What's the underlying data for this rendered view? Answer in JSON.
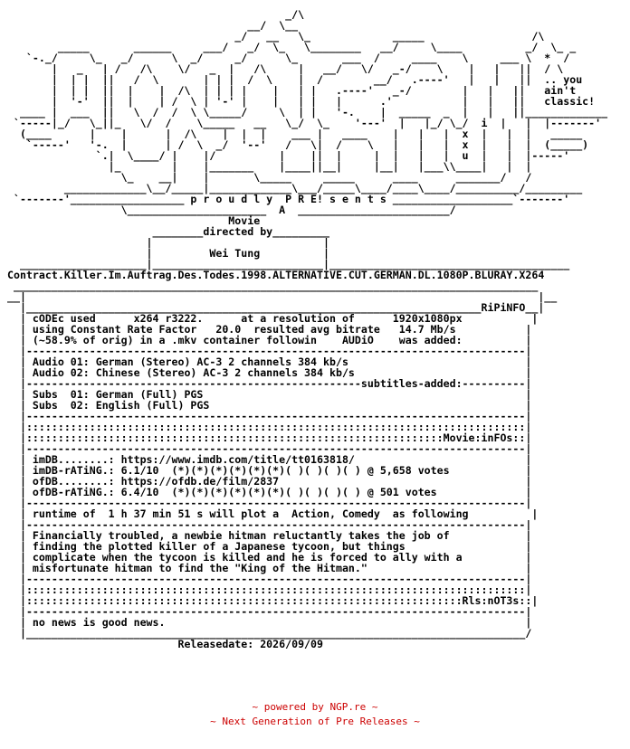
{
  "nfo": {
    "text": "                                            _/\\\n                                      __/  \\__\n                                    _/   __   \\_             _____                 /\\\n        _____       ______     ___/   _/  \\_   \\________   __/     \\____          _/  \\_ _\n   `-._/     \\_   _/      \\  _/     _/      \\_       ___  /     ____    \\     ___ \\  *  /\n       |   _   | /   /\\    \\/   _  |   /\\     |   __/   \\/   _-/    \\    |   |   ||  / \\\n       |  | |  ||   /  \\       | | |  /  \\    |  /        __/   .----'   |   |   ||  .. you\n       |  | |  ||  |    |  /\\  | | | |    |   | |   .----'   _-/        |   |   ||   ain't\n       |  '-'  ||  |    | /  \\ | '-' |    |   | |   |      .'           |   |   ||   classic!\n  ____ |  ___  ||   \\  /  /  \\ \\_____/     \\  | |   '-.    |  _____  _  |   |   ||_____________\n `-----|_/   \\_||_   \\/  /    \\_____   __   \\_/  \\_    '---'  |   |_/ \\_/  i  |   |  |-------'\n  (____      |    |      |  /\\    |  |  |    ___ |   ____    |   |   |  x  |   |  |   _____\n   `-----'   '-.  |      | /  \\  _/  '--'   /   \\|  /    \\   |   |   |  x  |   |  |  (_____)\n              `.|  \\____/ |    |/          |    ||  |     |  |   |   |  u  |   |  |-----'\n                |_        |    |_______    |____||__|     |__|   |___\\\\____|   |  |\n                  \\_    __|    |       \\_____     _____      ____      _______/   /\n         _____________\\__/_____|_____________\\___/_____\\____/____\\____/__________/_________\n `-------'__________________ p r o u d l y  P R E! s e n t s ___________________`-------'\n                  \\______________________  A  ________________________/\n                                   Movie\n                       ________directed by_________\n                      |                           |\n                      |         Wei Tung          |\n  ____________________|___________________________|______________________________________\nContract.Killer.Im.Auftrag.Des.Todes.1998.ALTERNATIVE.CUT.GERMAN.DL.1080P.BLURAY.X264\n ___________________________________________________________________________________\n__|                                                                                 |__\n  |________________________________________________________________________RiPiNFO__|\n  | cODEc used      x264 r3222.      at a resolution of      1920x1080px           |\n  | using Constant Rate Factor   20.0  resulted avg bitrate   14.7 Mb/s           |\n  | (~58.9% of orig) in a .mkv container followin    AUDiO    was added:          |\n  |-------------------------------------------------------------------------------|\n  | Audio 01: German (Stereo) AC-3 2 channels 384 kb/s                            |\n  | Audio 02: Chinese (Stereo) AC-3 2 channels 384 kb/s                           |\n  |-----------------------------------------------------subtitles-added:----------|\n  | Subs  01: German (Full) PGS                                                   |\n  | Subs  02: English (Full) PGS                                                  |\n  |-------------------------------------------------------------------------------|\n  |:::::::::::::::::::::::::::::::::::::::::::::::::::::::::::::::::::::::::::::::|\n  |::::::::::::::::::::::::::::::::::::::::::::::::::::::::::::::::::Movie:inFOs::|\n  |-------------------------------------------------------------------------------|\n  | imDB........: https://www.imdb.com/title/tt0163818/                           |\n  | imDB-rATiNG.: 6.1/10  (*)(*)(*)(*)(*)(*)( )( )( )( ) @ 5,658 votes            |\n  | ofDB........: https://ofdb.de/film/2837                                       |\n  | ofDB-rATiNG.: 6.4/10  (*)(*)(*)(*)(*)(*)( )( )( )( ) @ 501 votes              |\n  |-------------------------------------------------------------------------------|\n  | runtime of  1 h 37 min 51 s will plot a  Action, Comedy  as following          |\n  |-------------------------------------------------------------------------------|\n  | Financially troubled, a newbie hitman reluctantly takes the job of            |\n  | finding the plotted killer of a Japanese tycoon, but things                   |\n  | complicate when the tycoon is killed and he is forced to ally with a          |\n  | misfortunate hitman to find the \"King of the Hitman.\"                         |\n  |-------------------------------------------------------------------------------|\n  |:::::::::::::::::::::::::::::::::::::::::::::::::::::::::::::::::::::::::::::::|\n  |:::::::::::::::::::::::::::::::::::::::::::::::::::::::::::::::::::::Rls:nOT3s::|\n  |-------------------------------------------------------------------------------|\n  | no news is good news.                                                         |\n  |_______________________________________________________________________________/\n                           Releasedate: 2026/09/09"
  },
  "footer": {
    "line1": "~ powered by NGP.re ~",
    "line2": "~ Next Generation of Pre Releases ~"
  }
}
